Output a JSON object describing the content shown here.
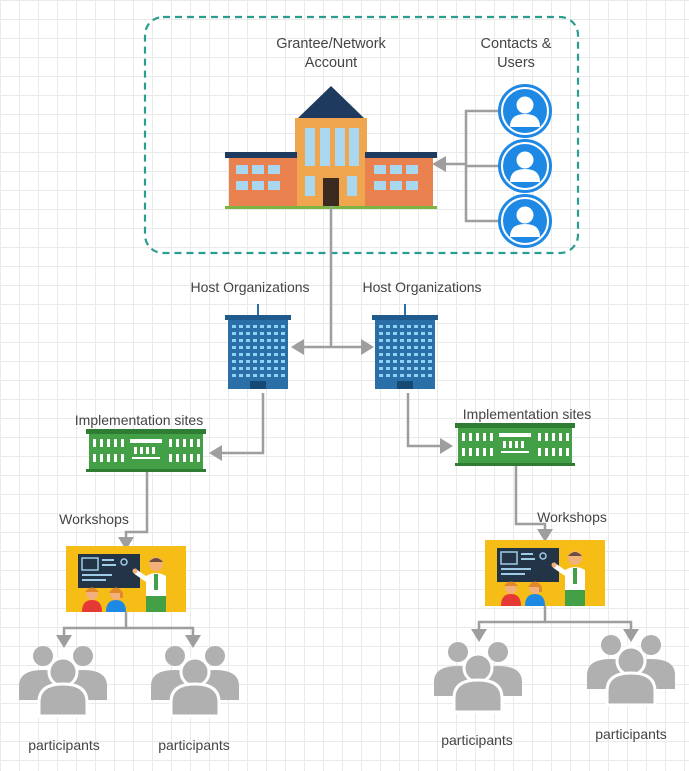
{
  "account_box": {
    "title": "Grantee/Network Account",
    "contacts_label": "Contacts & Users"
  },
  "host_organizations": [
    "Host Organizations",
    "Host Organizations"
  ],
  "implementation_sites": [
    "Implementation sites",
    "Implementation sites"
  ],
  "workshops": [
    "Workshops",
    "Workshops"
  ],
  "participants": [
    "participants",
    "participants",
    "participants",
    "participants"
  ],
  "colors": {
    "connector": "#9e9e9e",
    "dashed_border": "#2a9d8f",
    "contact_blue": "#1e88e5",
    "host_blue": "#2a6fa8",
    "site_green": "#43a047",
    "workshop_yellow": "#f6bd16",
    "participant_gray": "#b0b0b0"
  }
}
